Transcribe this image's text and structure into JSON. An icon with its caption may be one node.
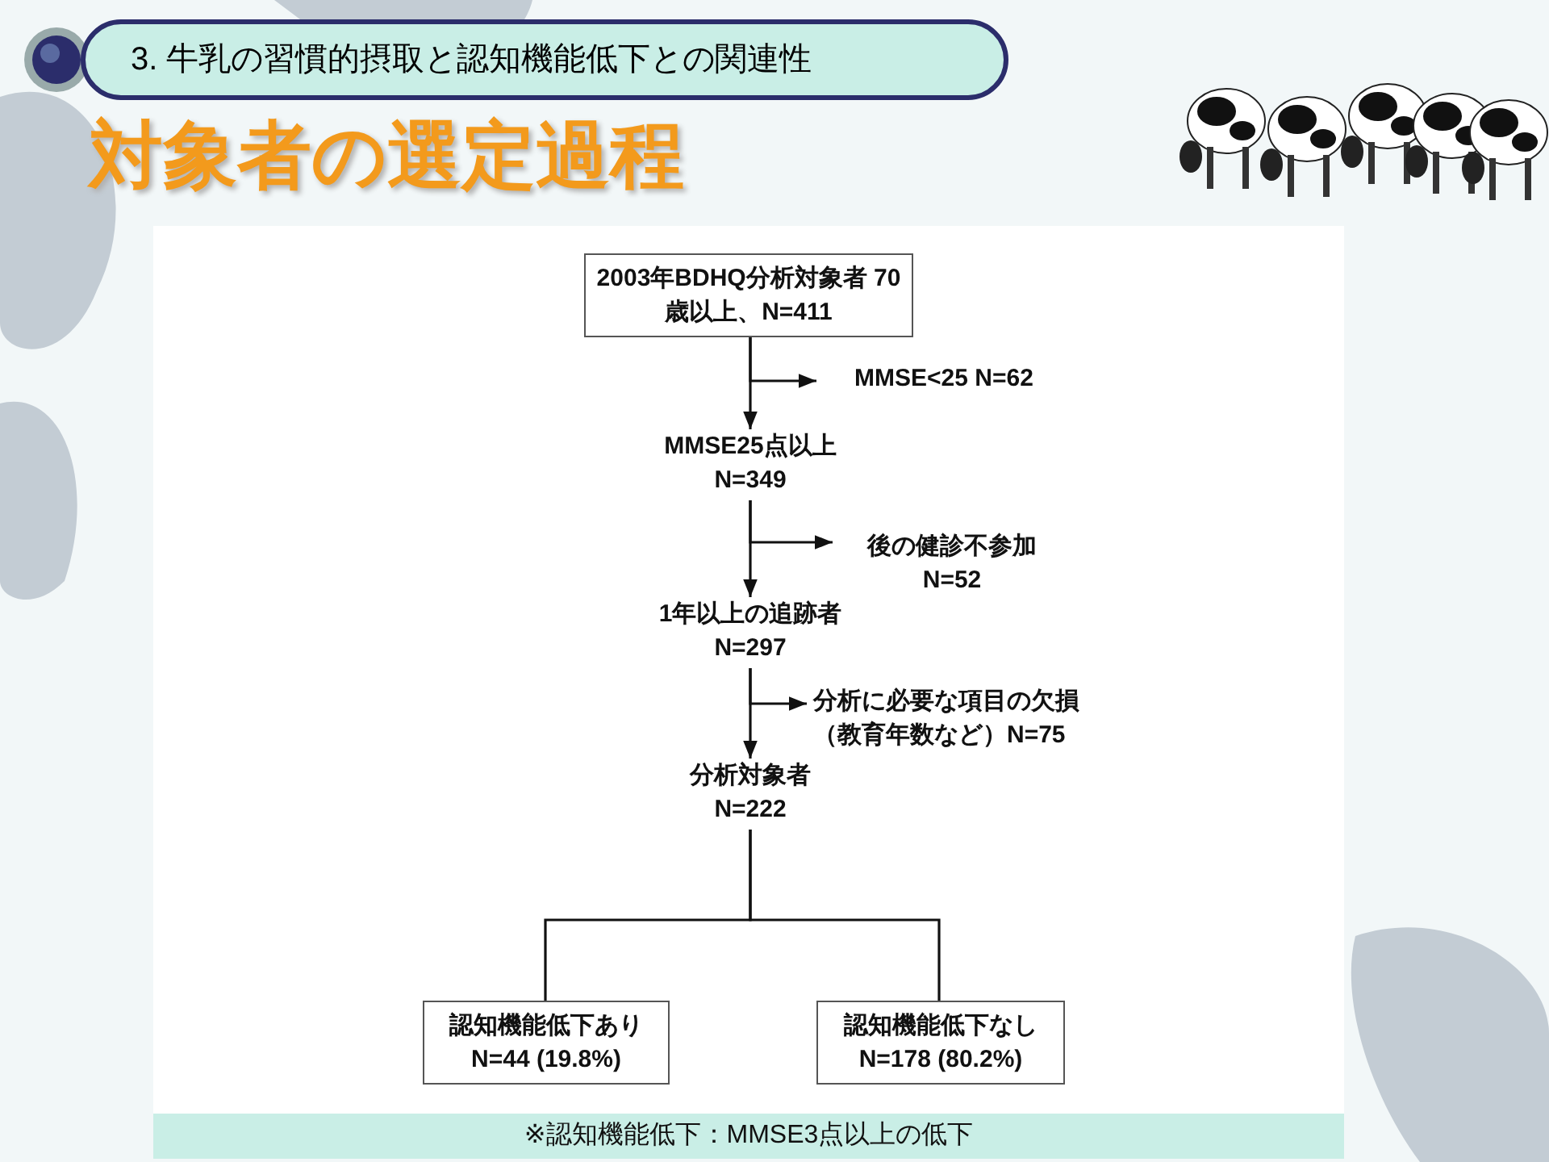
{
  "diagram": {
    "title": "対象者の選定過程",
    "caption": "※認知機能低下：MMSE3点以上の低下",
    "nodes": [
      {
        "text": [
          "3. 牛乳の習慣的摂取と認知機能低下との関連性"
        ]
      },
      {
        "text": [
          "2003年BDHQ分析対象者 70歳以上、N=411"
        ]
      },
      {
        "text": [
          "MMSE<25 N=62"
        ]
      },
      {
        "text": [
          "MMSE25点以上 N=349"
        ]
      },
      {
        "text": [
          "後の健診不参加 N=52"
        ]
      },
      {
        "text": [
          "1年以上の追跡者 N=297"
        ]
      },
      {
        "text": [
          "分析に必要な項目の欠損（教育年数など）N=75"
        ]
      },
      {
        "text": [
          "分析対象者 N=222"
        ]
      },
      {
        "text": [
          "認知機能低下あり N=44 (19.8%)"
        ]
      },
      {
        "text": [
          "認知機能低下なし N=178 (80.2%)"
        ]
      }
    ],
    "edges": [
      {
        "from": 1,
        "to": 3,
        "arrow": "to"
      },
      {
        "from": 1,
        "to": 2,
        "arrow": "to"
      },
      {
        "from": 3,
        "to": 5,
        "arrow": "to"
      },
      {
        "from": 3,
        "to": 4,
        "arrow": "to"
      },
      {
        "from": 5,
        "to": 7,
        "arrow": "to"
      },
      {
        "from": 5,
        "to": 6,
        "arrow": "to"
      },
      {
        "from": 7,
        "to": 8,
        "arrow": "none"
      },
      {
        "from": 7,
        "to": 9,
        "arrow": "none"
      }
    ]
  }
}
